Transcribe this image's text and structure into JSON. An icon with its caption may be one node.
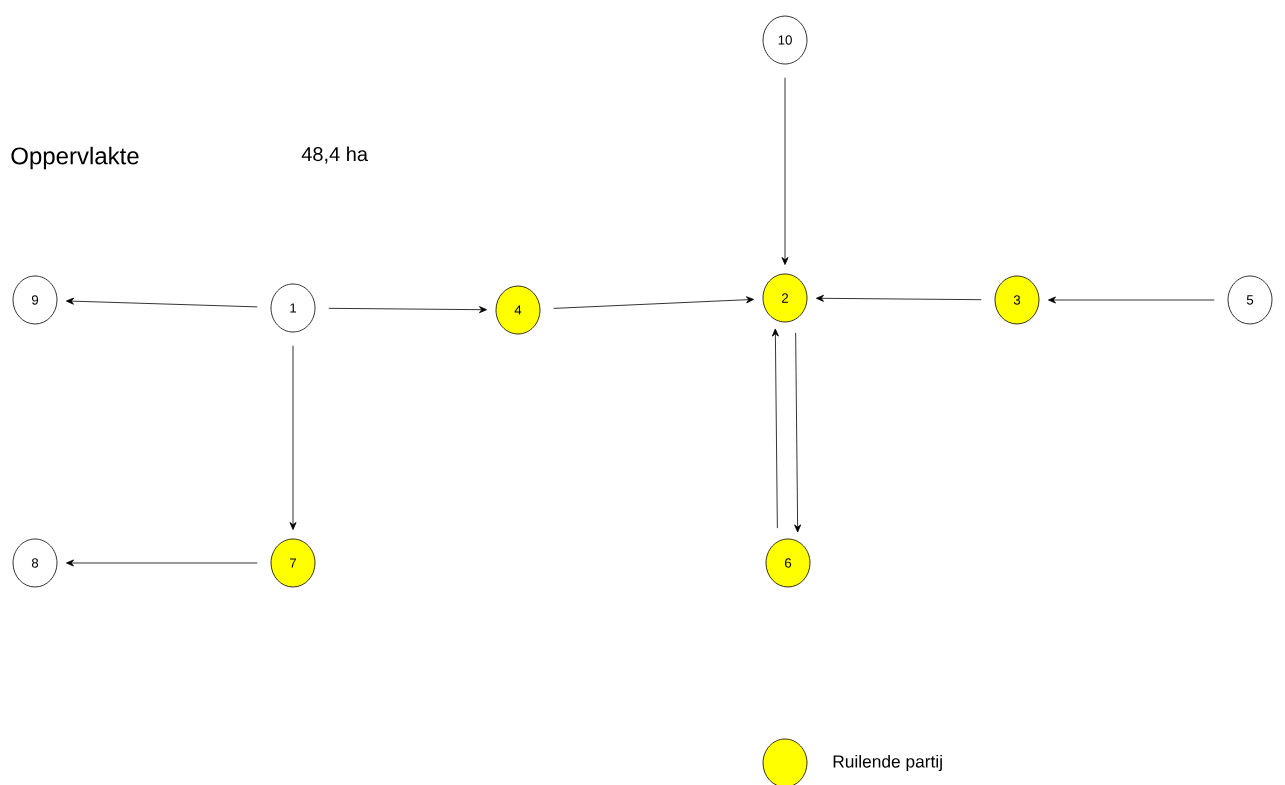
{
  "diagram": {
    "nodes": [
      {
        "text": [
          "1"
        ]
      },
      {
        "text": [
          "2"
        ]
      },
      {
        "text": [
          "3"
        ]
      },
      {
        "text": [
          "4"
        ]
      },
      {
        "text": [
          "5"
        ]
      },
      {
        "text": [
          "6"
        ]
      },
      {
        "text": [
          "7"
        ]
      },
      {
        "text": [
          "8"
        ]
      },
      {
        "text": [
          "9"
        ]
      },
      {
        "text": [
          "10"
        ]
      }
    ],
    "edges": [
      {
        "from": 9,
        "to": 1,
        "arrow": "to"
      },
      {
        "from": 0,
        "to": 8,
        "arrow": "to"
      },
      {
        "from": 0,
        "to": 3,
        "arrow": "to"
      },
      {
        "from": 3,
        "to": 1,
        "arrow": "to"
      },
      {
        "from": 2,
        "to": 1,
        "arrow": "to"
      },
      {
        "from": 4,
        "to": 2,
        "arrow": "to"
      },
      {
        "from": 0,
        "to": 6,
        "arrow": "to"
      },
      {
        "from": 1,
        "to": 5,
        "arrow": "to"
      },
      {
        "from": 5,
        "to": 1,
        "arrow": "to"
      },
      {
        "from": 6,
        "to": 7,
        "arrow": "to"
      }
    ],
    "labels": [
      "Oppervlakte",
      "48,4 ha"
    ],
    "legend": [
      {
        "text": "Ruilende partij",
        "color": "#ffff00"
      }
    ]
  }
}
